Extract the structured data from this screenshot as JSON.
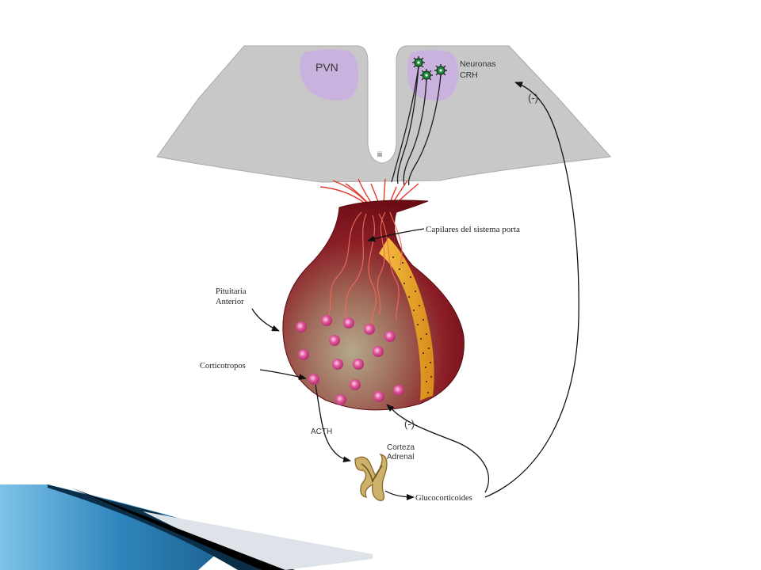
{
  "labels": {
    "pvn": "PVN",
    "neuronas": "Neuronas",
    "crh": "CRH",
    "third_ventricle": "iii",
    "capilares": "Capilares del sistema porta",
    "pituitaria": "Pituitaria",
    "anterior": "Anterior",
    "corticotropos": "Corticotropos",
    "acth": "ACTH",
    "corteza": "Corteza",
    "adrenal": "Adrenal",
    "glucocorticoides": "Glucocorticoides",
    "feedback_hypothalamus": "(-)",
    "feedback_pituitary": "(-)"
  },
  "colors": {
    "hypothalamus": "#c8c8c8",
    "nucleus": "#c9b3de",
    "pituitary_dark": "#7a1018",
    "pituitary_light": "#a89a7c",
    "capillary": "#e23a2a",
    "cell": "#e0559a",
    "posterior_band": "#e8a52a",
    "adrenal": "#c8a860",
    "slide_accent_dark": "#0b2f49",
    "slide_accent_light": "#4aa0d0"
  }
}
